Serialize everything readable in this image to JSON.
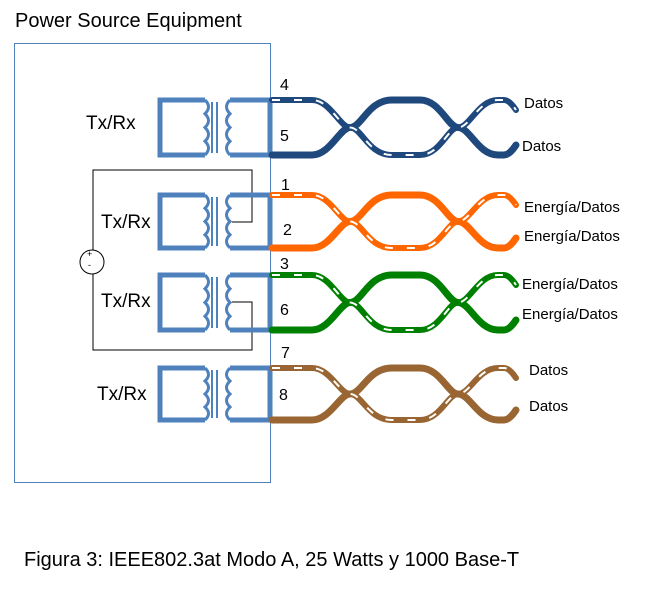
{
  "title": "Power Source Equipment",
  "caption": "Figura 3: IEEE802.3at Modo A, 25 Watts y 1000 Base-T",
  "power_source": {
    "plus": "+",
    "minus": "-"
  },
  "pairs": [
    {
      "id": "pair-4-5",
      "color": "#1f497d",
      "transformer_label": "Tx/Rx",
      "pins": [
        "4",
        "5"
      ],
      "end_labels": [
        "Datos",
        "Datos"
      ]
    },
    {
      "id": "pair-1-2",
      "color": "#ff6600",
      "transformer_label": "Tx/Rx",
      "pins": [
        "1",
        "2"
      ],
      "end_labels": [
        "Energía/Datos",
        "Energía/Datos"
      ]
    },
    {
      "id": "pair-3-6",
      "color": "#008000",
      "transformer_label": "Tx/Rx",
      "pins": [
        "3",
        "6"
      ],
      "end_labels": [
        "Energía/Datos",
        "Energía/Datos"
      ]
    },
    {
      "id": "pair-7-8",
      "color": "#996633",
      "transformer_label": "Tx/Rx",
      "pins": [
        "7",
        "8"
      ],
      "end_labels": [
        "Datos",
        "Datos"
      ]
    }
  ],
  "colors": {
    "transformer": "#4f81bd",
    "box_border": "#4f81bd",
    "wire": "#000000"
  }
}
